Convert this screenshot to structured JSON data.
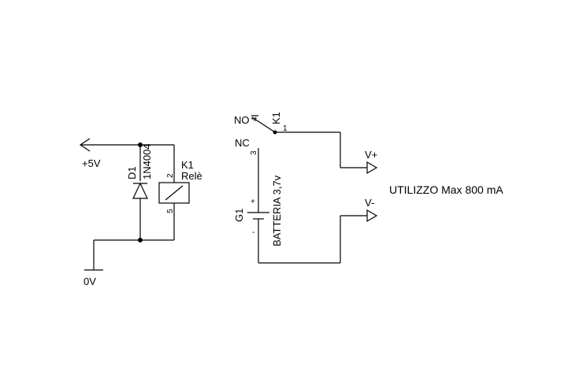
{
  "power": {
    "plus5v": "+5V",
    "zero_v": "0V"
  },
  "diode": {
    "ref": "D1",
    "part": "1N4004"
  },
  "relay": {
    "ref": "K1",
    "name": "Relè",
    "pin_coil_top": "2",
    "pin_coil_bottom": "5"
  },
  "switch": {
    "ref": "K1",
    "no_label": "NO",
    "no_pin": "4",
    "nc_label": "NC",
    "nc_pin": "3",
    "common_pin": "1"
  },
  "battery": {
    "ref": "G1",
    "value": "BATTERIA 3,7v",
    "plus": "+",
    "minus": "-"
  },
  "outputs": {
    "v_plus": "V+",
    "v_minus": "V-",
    "usage": "UTILIZZO Max 800 mA"
  },
  "colors": {
    "ink": "#000000",
    "background": "#ffffff"
  }
}
